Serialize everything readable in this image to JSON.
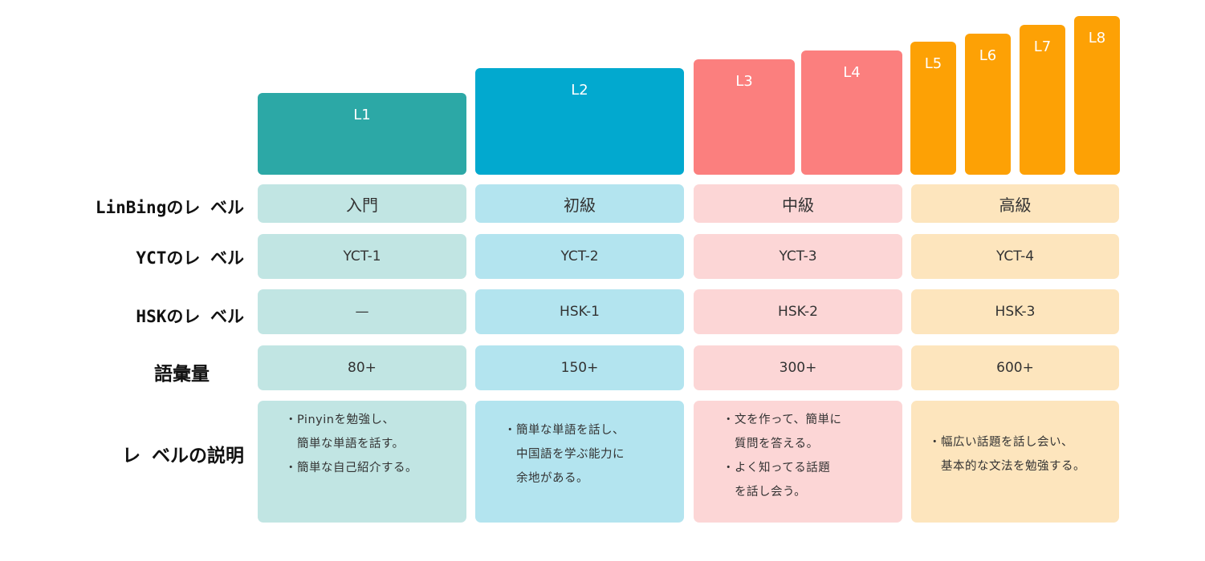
{
  "colors": {
    "beginner_bar": "#2ca8a6",
    "elementary_bar": "#02a9cf",
    "intermediate_bar": "#fb7f7e",
    "advanced_bar": "#fda105",
    "beginner_cell": "#c1e5e3",
    "elementary_cell": "#b3e4ef",
    "intermediate_cell": "#fcd6d6",
    "advanced_cell": "#fde5bd"
  },
  "bars": [
    {
      "label": "L1"
    },
    {
      "label": "L2"
    },
    {
      "label": "L3"
    },
    {
      "label": "L4"
    },
    {
      "label": "L5"
    },
    {
      "label": "L6"
    },
    {
      "label": "L7"
    },
    {
      "label": "L8"
    }
  ],
  "row_labels": {
    "linbing": "LinBingのレ ベル",
    "yct": "YCTのレ ベル",
    "hsk": "HSKのレ ベル",
    "vocab": "語彙量",
    "desc": "レ ベルの説明"
  },
  "linbing_levels": [
    "入門",
    "初級",
    "中級",
    "高級"
  ],
  "yct_levels": [
    "YCT-1",
    "YCT-2",
    "YCT-3",
    "YCT-4"
  ],
  "hsk_levels": [
    "—",
    "HSK-1",
    "HSK-2",
    "HSK-3"
  ],
  "vocab": [
    "80+",
    "150+",
    "300+",
    "600+"
  ],
  "descriptions": [
    [
      "・Pinyinを勉強し、",
      "　簡単な単語を話す。",
      "・簡単な自己紹介する。"
    ],
    [
      "・簡単な単語を話し、",
      "　中国語を学ぶ能力に",
      "　余地がある。"
    ],
    [
      "・文を作って、簡単に",
      "　質問を答える。",
      "・よく知ってる話題",
      "　を話し会う。"
    ],
    [
      "・幅広い話題を話し会い、",
      "　基本的な文法を勉強する。"
    ]
  ]
}
